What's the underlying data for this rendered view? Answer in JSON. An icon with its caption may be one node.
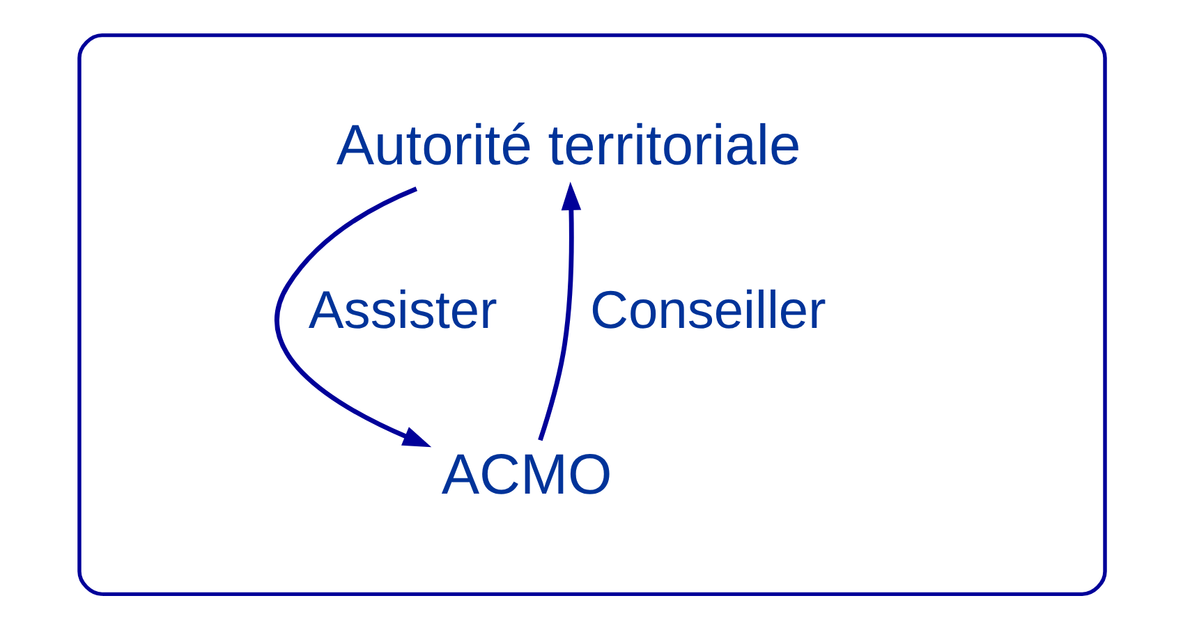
{
  "diagram": {
    "nodes": [
      {
        "text": [],
        "shape": "ellipse"
      },
      {
        "text": [
          "Autorité territoriale"
        ],
        "in": 0
      },
      {
        "text": [
          "ACMO"
        ],
        "in": 0
      }
    ],
    "edges": [
      {
        "from": 1,
        "to": 2,
        "arrow": "to",
        "label": "Assister"
      },
      {
        "from": 2,
        "to": 1,
        "arrow": "to",
        "label": "Conseiller"
      }
    ]
  }
}
